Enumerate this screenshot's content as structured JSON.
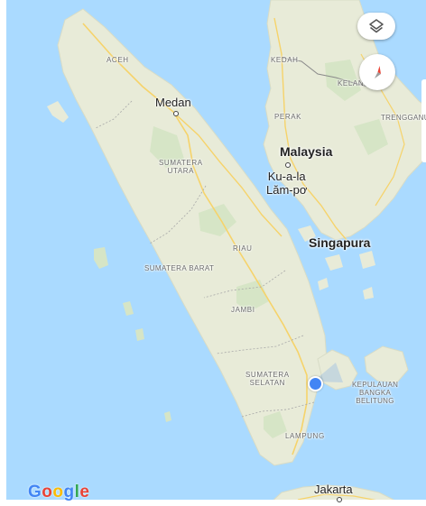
{
  "colors": {
    "water": "#aadaff",
    "land": "#e8ebd8",
    "land_green": "#d6e5c6",
    "road": "#f6d36a",
    "border": "#9e9e9e",
    "location_blue": "#4285f4"
  },
  "regions": {
    "aceh": "ACEH",
    "kedah": "KEDAH",
    "kelantan": "KELANTA",
    "perak": "PERAK",
    "terengganu": "TRENGGANU",
    "sumatera_utara": "SUMATERA\nUTARA",
    "riau": "RIAU",
    "sumatera_barat": "SUMATERA BARAT",
    "jambi": "JAMBI",
    "sumatera_selatan": "SUMATERA\nSELATAN",
    "bangka_belitung": "KEPULAUAN\nBANGKA\nBELITUNG",
    "lampung": "LAMPUNG"
  },
  "cities": {
    "medan": "Medan",
    "malaysia": "Malaysia",
    "kuala_lumpur": "Ku-a-la\nLăm-pơ",
    "singapura": "Singapura",
    "jakarta": "Jakarta"
  },
  "controls": {
    "layers_icon": "layers-icon",
    "compass_icon": "compass-icon"
  },
  "attribution": {
    "logo_letters": [
      "G",
      "o",
      "o",
      "g",
      "l",
      "e"
    ],
    "logo_colors": [
      "#4285f4",
      "#ea4335",
      "#fbbc05",
      "#4285f4",
      "#34a853",
      "#ea4335"
    ]
  }
}
